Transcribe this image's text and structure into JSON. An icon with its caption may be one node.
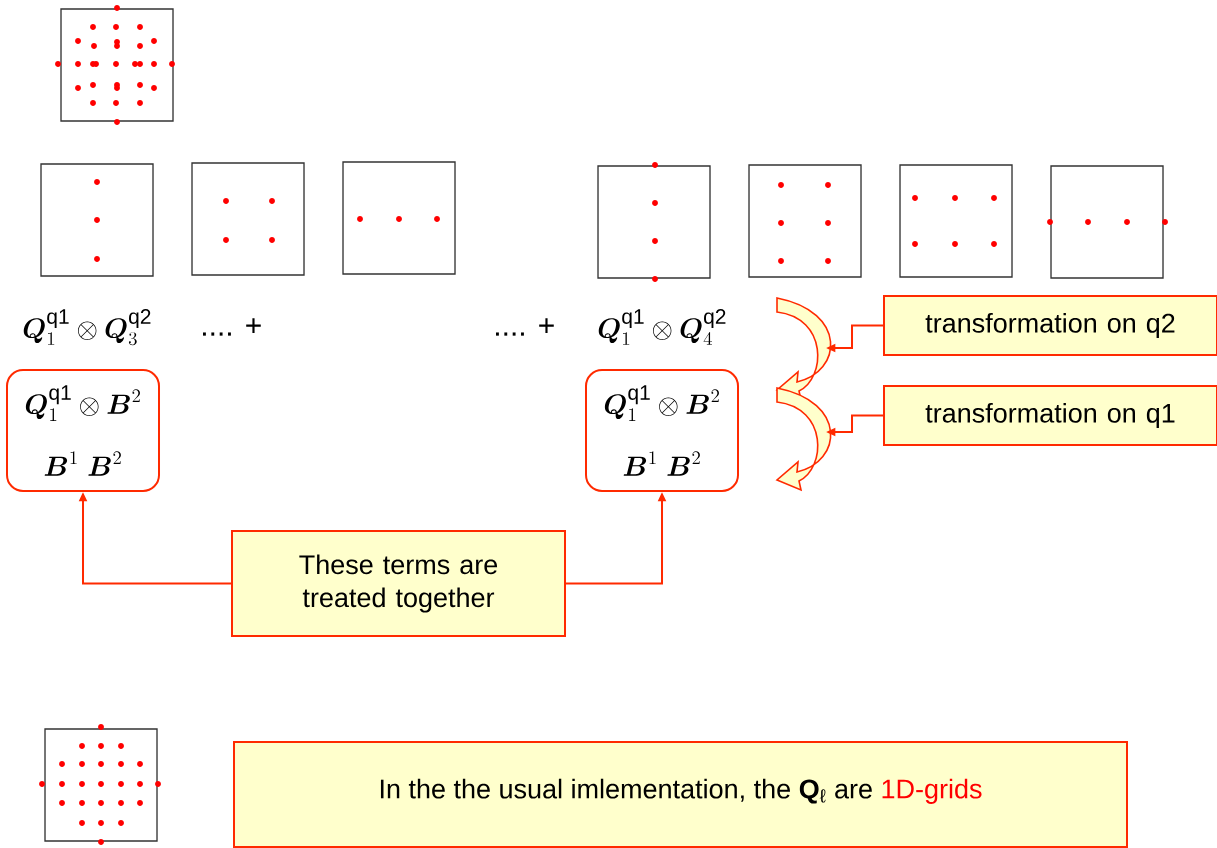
{
  "diagram": {
    "nodes": [
      {
        "text": [
          "\\boldsymbol{Q}_1^{\\mathrm{q1}}\\otimes\\boldsymbol{B}^2",
          "\\boldsymbol{B}^1\\ \\boldsymbol{B}^2"
        ]
      },
      {
        "text": [
          "\\boldsymbol{Q}_1^{\\mathrm{q1}}\\otimes\\boldsymbol{B}^2",
          "\\boldsymbol{B}^1\\ \\boldsymbol{B}^2"
        ]
      },
      {
        "text": [
          "These terms are treated together"
        ]
      },
      {
        "text": [
          "transformation on q2"
        ]
      },
      {
        "text": [
          "transformation on q1"
        ]
      },
      {
        "text": [
          "In the the usual imlementation, the **Q**$_{ℓ}$ are",
          "1D-grids"
        ]
      }
    ],
    "edges": [
      {
        "from": 2,
        "to": 0,
        "arrow": "to"
      },
      {
        "from": 2,
        "to": 1,
        "arrow": "to"
      },
      {
        "from": 3,
        "to": null,
        "arrow": "to"
      },
      {
        "from": 4,
        "to": null,
        "arrow": "to"
      }
    ],
    "labels": [
      "\\boldsymbol{Q}_1^{\\mathrm{q1}}\\otimes\\boldsymbol{Q}_3^{\\mathrm{q2}}",
      ".... +",
      ".... +",
      "\\boldsymbol{Q}_1^{\\mathrm{q1}}\\otimes\\boldsymbol{Q}_4^{\\mathrm{q2}}"
    ]
  }
}
